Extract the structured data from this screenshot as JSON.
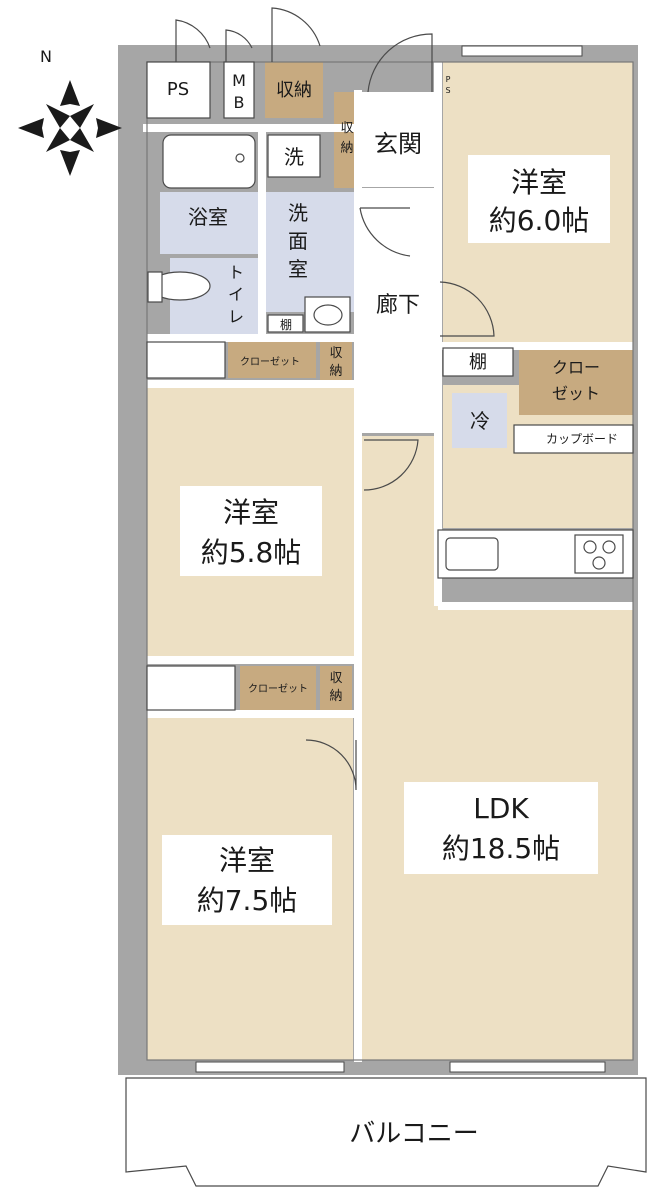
{
  "compass": {
    "north_label": "N"
  },
  "rooms": {
    "ps_top": "PS",
    "mb_line1": "M",
    "mb_line2": "B",
    "storage_top": "収納",
    "storage_v1": "収",
    "storage_v2": "納",
    "entrance": "玄関",
    "bath": "浴室",
    "washer": "洗",
    "washroom_1": "洗",
    "washroom_2": "面",
    "washroom_3": "室",
    "toilet_1": "ト",
    "toilet_2": "イ",
    "toilet_3": "レ",
    "shelf_small": "棚",
    "hallway": "廊下",
    "ps_right_1": "P",
    "ps_right_2": "S",
    "bedroom_ne_name": "洋室",
    "bedroom_ne_size": "約6.0帖",
    "shelf": "棚",
    "closet_ne_1": "クロー",
    "closet_ne_2": "ゼット",
    "fridge": "冷",
    "cupboard": "カップボード",
    "closet_1": "クローゼット",
    "closet_2": "クローゼット",
    "bedroom_mid_name": "洋室",
    "bedroom_mid_size": "約5.8帖",
    "bedroom_sw_name": "洋室",
    "bedroom_sw_size": "約7.5帖",
    "ldk_name": "LDK",
    "ldk_size": "約18.5帖",
    "balcony": "バルコニー"
  },
  "colors": {
    "wall": "#a6a6a6",
    "floor": "#ede0c4",
    "wet_area": "#d6dbea",
    "storage": "#c7aa80",
    "balcony": "#ffffff",
    "line": "#4a4a4a"
  }
}
